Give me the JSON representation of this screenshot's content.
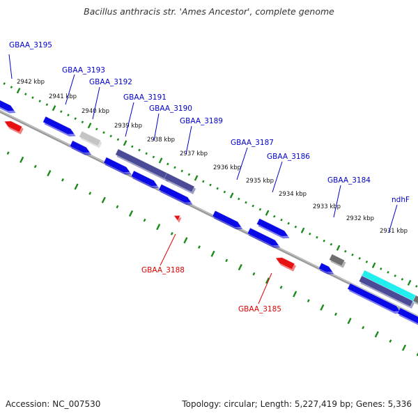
{
  "title": "Bacillus anthracis str. 'Ames Ancestor', complete genome",
  "accession": "Accession: NC_007530",
  "topology": "Topology: circular; Length: 5,227,419 bp; Genes: 5,336",
  "colors": {
    "forward_gene": "#0a0ae6",
    "reverse_gene": "#e61212",
    "operon": "#4a4a96",
    "highlight": "#22eeee",
    "pseudo_light": "#c4c4c4",
    "pseudo_dark": "#6e6e6e",
    "tick": "#1a8a1a",
    "backbone": "#808080"
  },
  "kbp_markers": [
    {
      "label": "2942 kbp"
    },
    {
      "label": "2941 kbp"
    },
    {
      "label": "2940 kbp"
    },
    {
      "label": "2939 kbp"
    },
    {
      "label": "2938 kbp"
    },
    {
      "label": "2937 kbp"
    },
    {
      "label": "2936 kbp"
    },
    {
      "label": "2935 kbp"
    },
    {
      "label": "2934 kbp"
    },
    {
      "label": "2933 kbp"
    },
    {
      "label": "2932 kbp"
    },
    {
      "label": "2931 kbp"
    }
  ],
  "gene_labels": [
    {
      "name": "GBAA_3195",
      "strand": "forward"
    },
    {
      "name": "GBAA_3193",
      "strand": "forward"
    },
    {
      "name": "GBAA_3192",
      "strand": "forward"
    },
    {
      "name": "GBAA_3191",
      "strand": "forward"
    },
    {
      "name": "GBAA_3190",
      "strand": "forward"
    },
    {
      "name": "GBAA_3189",
      "strand": "forward"
    },
    {
      "name": "GBAA_3187",
      "strand": "forward"
    },
    {
      "name": "GBAA_3186",
      "strand": "forward"
    },
    {
      "name": "GBAA_3184",
      "strand": "forward"
    },
    {
      "name": "ndhF",
      "strand": "forward"
    },
    {
      "name": "GBAA_3188",
      "strand": "reverse"
    },
    {
      "name": "GBAA_3185",
      "strand": "reverse"
    }
  ]
}
